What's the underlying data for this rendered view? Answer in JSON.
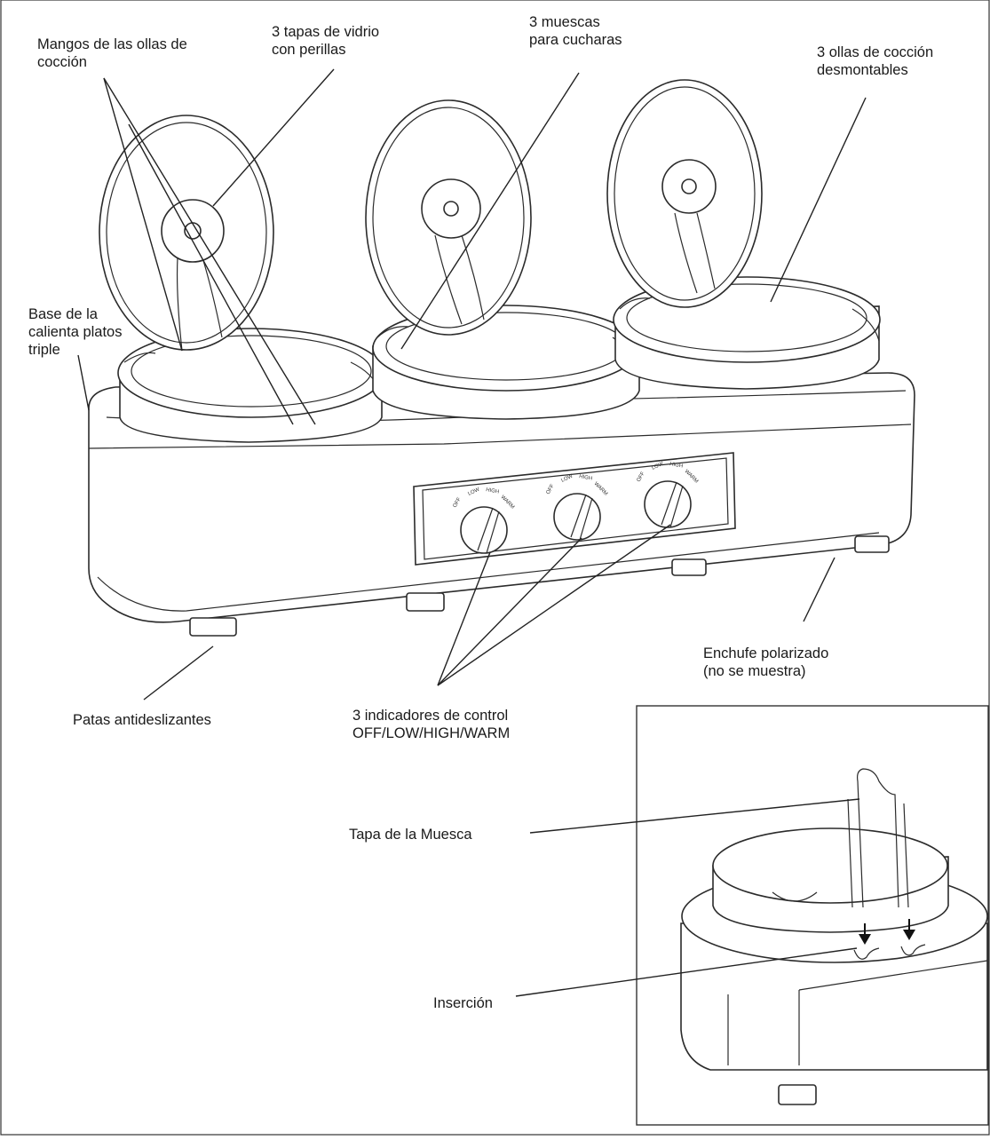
{
  "labels": {
    "handles": "Mangos de las ollas de\ncocción",
    "lids": "3 tapas de vidrio\ncon perillas",
    "notches": "3 muescas\npara cucharas",
    "pots": "3 ollas de cocción\ndesmontables",
    "base": "Base de la\ncalienta platos\ntriple",
    "plug": "Enchufe polarizado\n(no se muestra)",
    "feet": "Patas antideslizantes",
    "controls": "3 indicadores de control\nOFF/LOW/HIGH/WARM",
    "notch_lid": "Tapa de la Muesca",
    "insertion": "Inserción"
  },
  "dial_marks": [
    "OFF",
    "LOW",
    "HIGH",
    "WARM"
  ]
}
